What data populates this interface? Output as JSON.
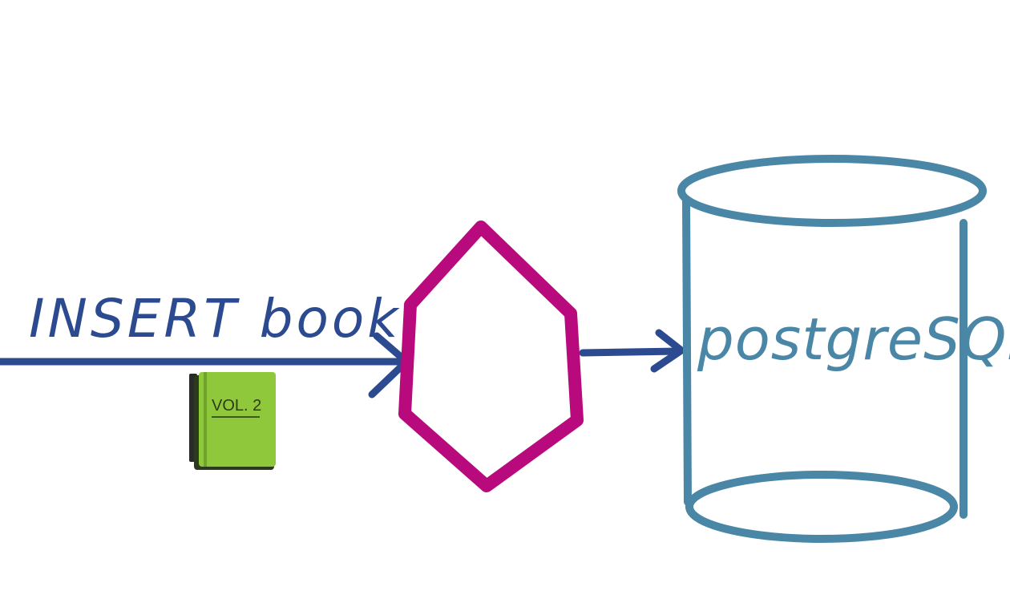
{
  "diagram": {
    "edge_label": "INSERT book",
    "database_label": "postgreSQL",
    "book_icon": {
      "icon": "green-book-icon",
      "cover_text": "VOL. 2",
      "color": "#8fc83a"
    },
    "middleware_node": {
      "shape": "hexagon",
      "stroke_color": "#b8097d"
    },
    "database_node": {
      "shape": "cylinder",
      "stroke_color": "#4a86a6"
    },
    "arrow_color": "#2b4a8f",
    "label_color": "#2b4a8f",
    "database_label_color": "#4a86a6"
  }
}
